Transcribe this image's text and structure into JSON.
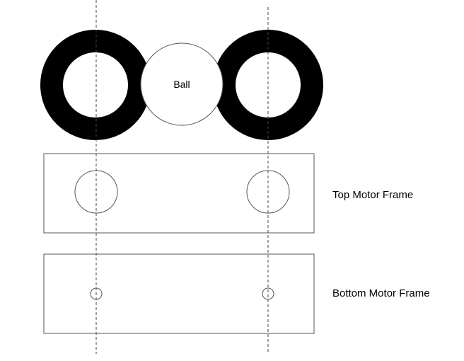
{
  "labels": {
    "ball": "Ball",
    "top_motor_frame": "Top Motor Frame",
    "bottom_motor_frame": "Bottom Motor Frame"
  },
  "colors": {
    "wheel": "#000000",
    "outline": "#555555",
    "guide_line": "#444444",
    "background": "#ffffff"
  }
}
